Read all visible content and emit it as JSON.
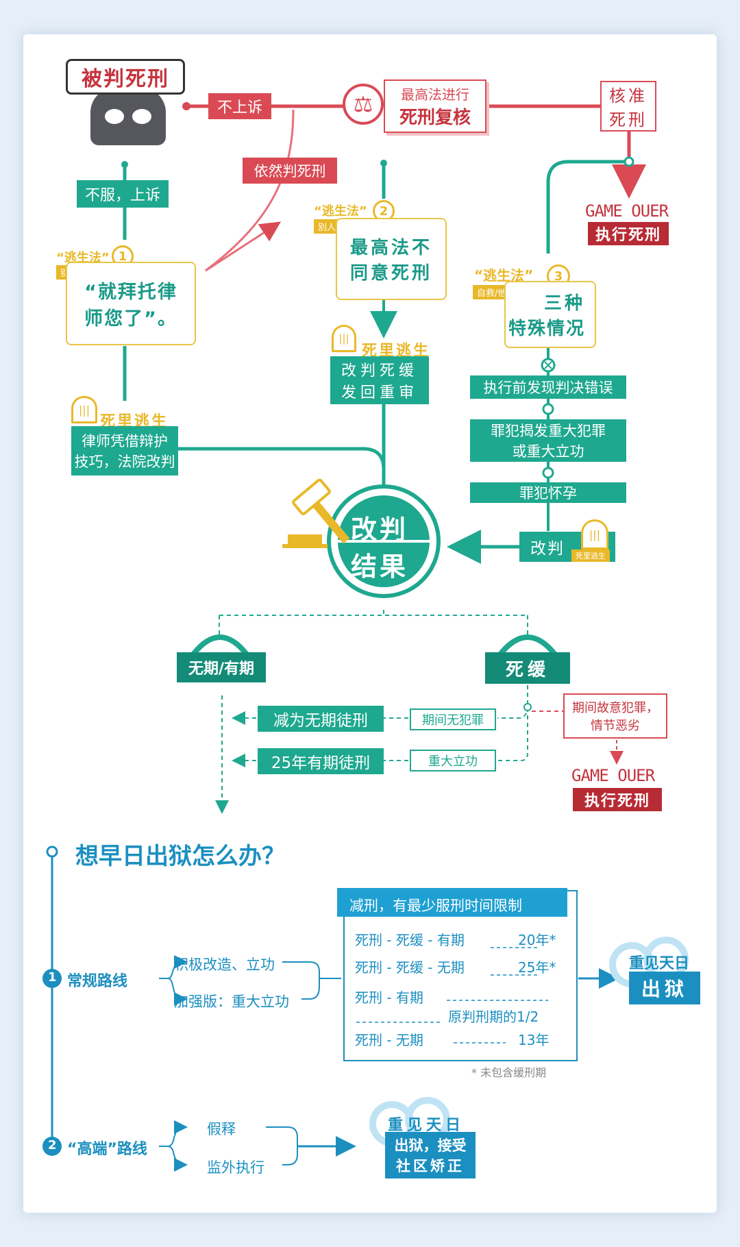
{
  "colors": {
    "red": "#d94a55",
    "teal": "#1ea88f",
    "yellow": "#e9b829",
    "cyan": "#1b8fc0",
    "dark_red": "#b72b35"
  },
  "top": {
    "sentenced": "被判死刑",
    "no_appeal": "不上诉",
    "still_death": "依然判死刑",
    "review_line1": "最高法进行",
    "review_line2": "死刑复核",
    "approve_line1": "核准",
    "approve_line2": "死刑",
    "game_over": "GAME OUER",
    "execute": "执行死刑"
  },
  "left": {
    "appeal": "不服，上诉",
    "escape_tag": "“逃生法”",
    "escape_sub": "别人救",
    "number": "1",
    "quote_line1": "“就拜托律",
    "quote_line2": "师您了”。",
    "survive": "死里逃生",
    "result_line1": "律师凭借辩护",
    "result_line2": "技巧，法院改判"
  },
  "middle": {
    "escape_tag": "“逃生法”",
    "escape_sub": "别人救",
    "number": "2",
    "box_line1": "最高法不",
    "box_line2": "同意死刑",
    "survive": "死里逃生",
    "result_line1": "改判死缓",
    "result_line2": "发回重审"
  },
  "right": {
    "escape_tag": "“逃生法”",
    "escape_sub": "自救/他救",
    "number": "3",
    "box_line1": "三种",
    "box_line2": "特殊情况",
    "case1": "执行前发现判决错误",
    "case2_line1": "罪犯揭发重大犯罪",
    "case2_line2": "或重大立功",
    "case3": "罪犯怀孕",
    "change": "改判",
    "survive_small": "死里逃生"
  },
  "result": {
    "line1": "改判",
    "line2": "结果"
  },
  "branches": {
    "left_label": "无期/有期",
    "right_label": "死缓",
    "reduce1": "减为无期徒刑",
    "cond1": "期间无犯罪",
    "reduce2": "25年有期徒刑",
    "cond2": "重大立功",
    "crime_line1": "期间故意犯罪，",
    "crime_line2": "情节恶劣",
    "game_over": "GAME OUER",
    "execute": "执行死刑"
  },
  "bottom": {
    "question": "想早日出狱怎么办？",
    "route1_num": "1",
    "route1": "常规路线",
    "route1_a": "积极改造、立功",
    "route1_b": "加强版：重大立功",
    "table_header": "减刑，有最少服刑时间限制",
    "rows": [
      {
        "label": "死刑 - 死缓 - 有期",
        "value": "20年*"
      },
      {
        "label": "死刑 - 死缓 - 无期",
        "value": "25年*"
      },
      {
        "label": "死刑 - 有期",
        "value": "原判刑期的1/2"
      },
      {
        "label": "死刑 - 无期",
        "value": "13年"
      }
    ],
    "footnote": "* 未包含缓刑期",
    "free1_line1": "重见天日",
    "free1_line2": "出狱",
    "route2_num": "2",
    "route2": "“高端”路线",
    "route2_a": "假释",
    "route2_b": "监外执行",
    "free2_line1": "重见天日",
    "free2_line2": "出狱，接受",
    "free2_line3": "社区矫正"
  }
}
